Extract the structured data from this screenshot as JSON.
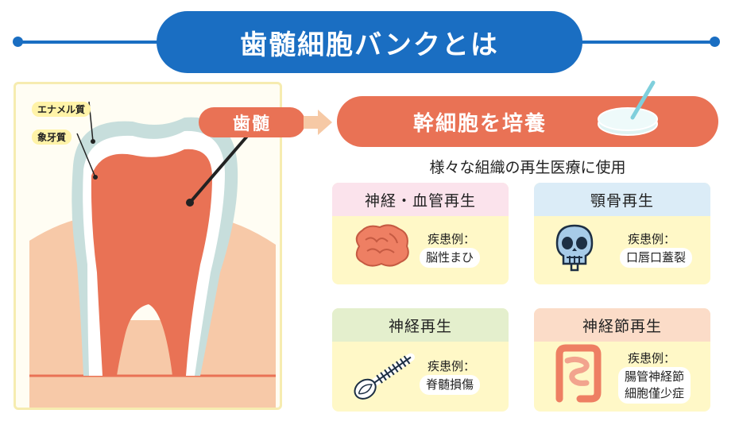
{
  "title": "歯髄細胞バンクとは",
  "tooth_diagram": {
    "enamel_label": "エナメル質",
    "dentin_label": "象牙質",
    "pulp_label": "歯髄"
  },
  "stem_cell": {
    "label": "幹細胞を培養",
    "subtitle": "様々な組織の再生医療に使用"
  },
  "cards": [
    {
      "title": "神経・血管再生",
      "case_label": "疾患例：",
      "disease": "脳性まひ",
      "icon": "brain-icon",
      "header_color": "#fbe3ec"
    },
    {
      "title": "顎骨再生",
      "case_label": "疾患例：",
      "disease": "口唇口蓋裂",
      "icon": "skull-icon",
      "header_color": "#dbecf7"
    },
    {
      "title": "神経再生",
      "case_label": "疾患例：",
      "disease": "脊髄損傷",
      "icon": "spine-icon",
      "header_color": "#e4efcd"
    },
    {
      "title": "神経節再生",
      "case_label": "疾患例：",
      "disease_lines": [
        "腸管神経節",
        "細胞僅少症"
      ],
      "icon": "intestine-icon",
      "header_color": "#fbdcc8"
    }
  ],
  "colors": {
    "title_blue": "#1a6ec2",
    "accent_orange": "#e97255",
    "card_yellow": "#fff8c7"
  }
}
